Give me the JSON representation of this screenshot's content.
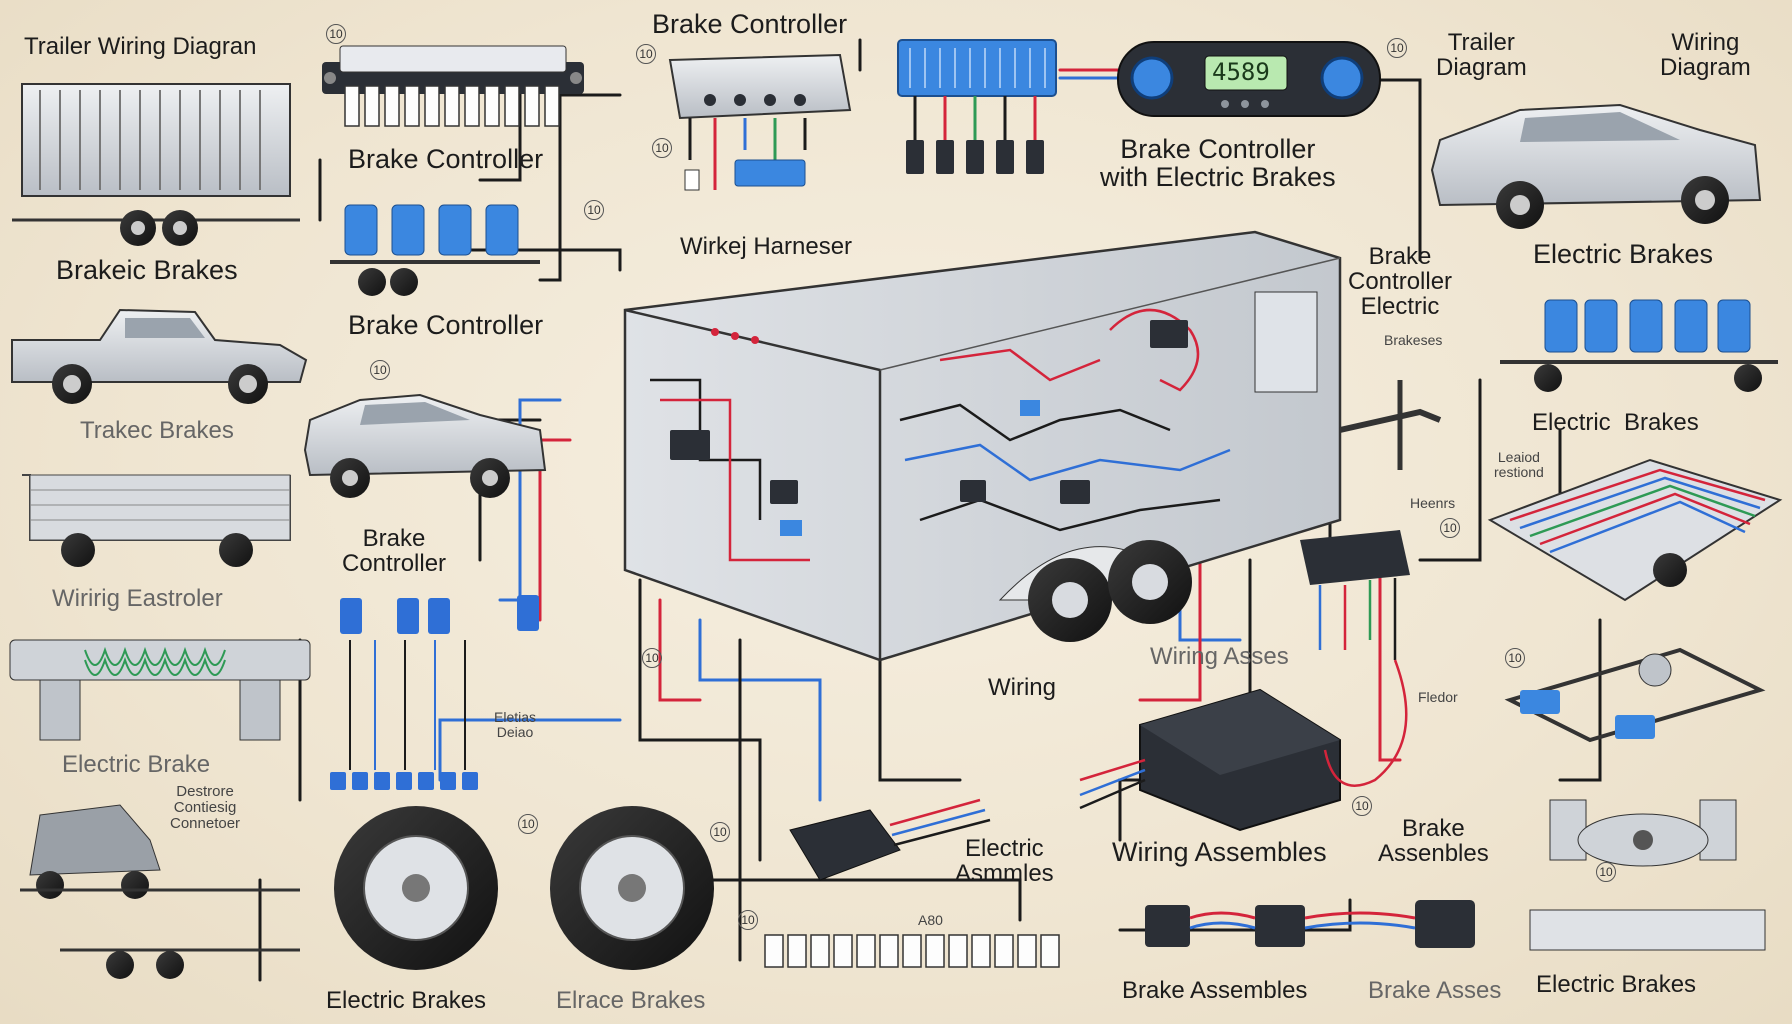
{
  "colors": {
    "background": "#f1e8d6",
    "wire_red": "#d4243b",
    "wire_blue": "#2f6fd6",
    "wire_black": "#1b1b1b",
    "wire_green": "#2e9a55",
    "connector_blue": "#3b87e0",
    "metal": "#cfd3d8"
  },
  "labels": {
    "top_left_title": "Trailer Wiring Diagran",
    "top_center_title": "Brake Controller",
    "top_right_trailer": "Trailer\nDiagram",
    "top_right_wiring": "Wiring\nDiagram",
    "left_brake_controller": "Brake Controller",
    "brake_controller_electric": "Brake Controller\nwith Electric Brakes",
    "wiring_harneser": "Wirkej Harneser",
    "brakeic_brakes": "Brakeic Brakes",
    "second_brake_controller": "Brake Controller",
    "right_electric_brakes_top": "Electric Brakes",
    "right_brake_controller": "Brake\nController\nElectric",
    "right_brake_controller_small": "Brakeses",
    "trakec_brakes": "Trakec Brakes",
    "right_electric_brakes_mid": "Electric  Brakes",
    "leaind": "Leaiod\nrestiond",
    "center_brake_controller": "Brake\nController",
    "wiring_ig_eastroler": "Wiririg Eastroler",
    "wiring_asses": "Wiring Asses",
    "wiring": "Wiring",
    "electric_brake_left": "Electric Brake",
    "left_small_controller": "Destrore\nContiesig\nConnetoer",
    "electric_assmles": "Electric\nAsmmles",
    "wiring_assembles": "Wiring Assembles",
    "brake_assenbles": "Brake\nAssenbles",
    "bottom_electric_brakes": "Electric Brakes",
    "bottom_elrace_brakes": "Elrace Brakes",
    "bottom_brake_assembles": "Brake Assembles",
    "bottom_brake_asses": "Brake Asses",
    "bottom_right_electric_brakes": "Electric Brakes",
    "controller_display": "4589",
    "small_a80": "A80",
    "small_leando": "Eletias\nDeiao",
    "small_heenrs": "Heenrs",
    "small_fledor": "Fledor"
  },
  "callouts": [
    "10",
    "10",
    "10",
    "10",
    "10",
    "10",
    "10",
    "10",
    "10",
    "10",
    "10",
    "10",
    "10",
    "10"
  ]
}
